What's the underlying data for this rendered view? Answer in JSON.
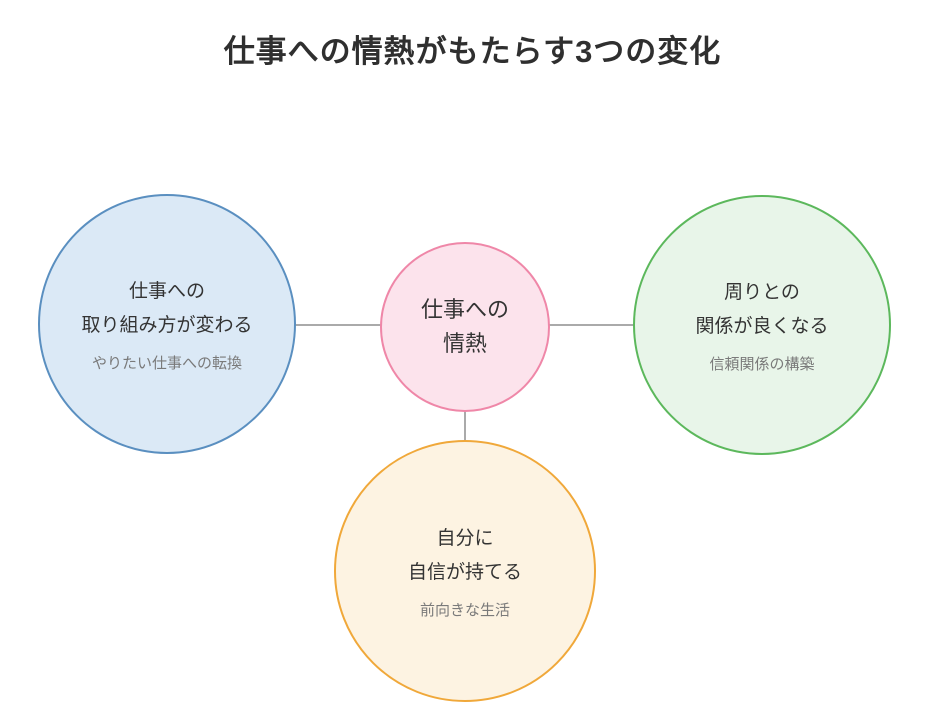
{
  "title": "仕事への情熱がもたらす3つの変化",
  "colors": {
    "title_text": "#2f2f2f",
    "main_text": "#333333",
    "subtitle_text": "#7a7a7a",
    "connector": "#aaaaaa"
  },
  "center_node": {
    "title_line1": "仕事への",
    "title_line2": "情熱",
    "border_color": "#ef87a8",
    "fill_color": "#fce3ec"
  },
  "nodes": [
    {
      "id": "work-approach",
      "title_line1": "仕事への",
      "title_line2": "取り組み方が変わる",
      "subtitle": "やりたい仕事への転換",
      "border_color": "#5a8fc0",
      "fill_color": "#dbe9f6"
    },
    {
      "id": "relationships",
      "title_line1": "周りとの",
      "title_line2": "関係が良くなる",
      "subtitle": "信頼関係の構築",
      "border_color": "#5cb85c",
      "fill_color": "#e8f5e9"
    },
    {
      "id": "self-confidence",
      "title_line1": "自分に",
      "title_line2": "自信が持てる",
      "subtitle": "前向きな生活",
      "border_color": "#f0a83a",
      "fill_color": "#fdf3e2"
    }
  ]
}
